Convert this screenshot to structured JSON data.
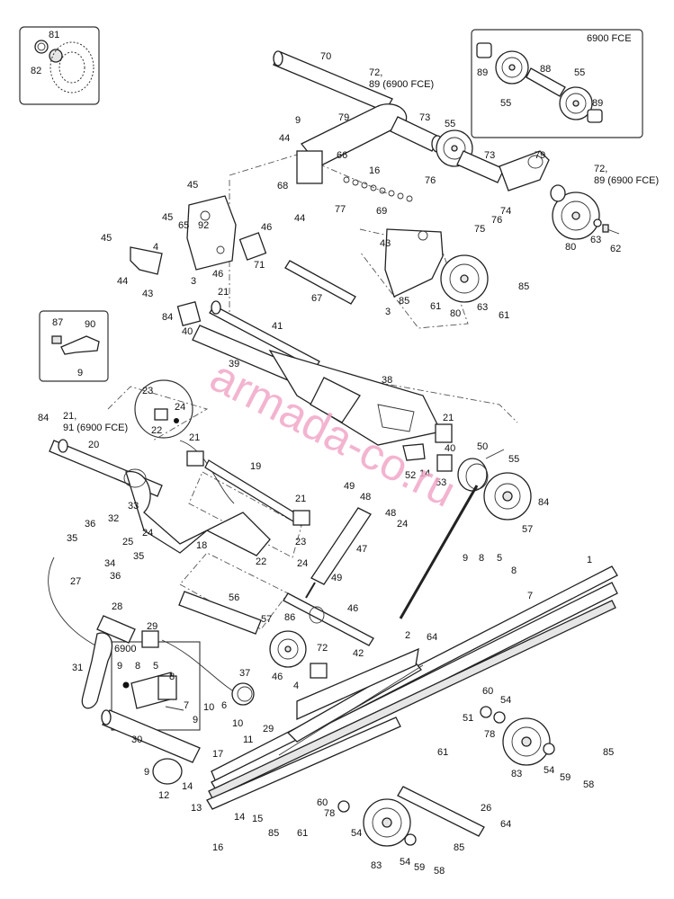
{
  "watermark": "armada-co.ru",
  "inset_labels": {
    "fce_top": "6900 FCE",
    "box_6900": "6900"
  },
  "labels": [
    {
      "id": "81",
      "t": "81"
    },
    {
      "id": "82",
      "t": "82"
    },
    {
      "id": "70",
      "t": "70"
    },
    {
      "id": "72a",
      "t": "72,"
    },
    {
      "id": "89a",
      "t": "89 (6900 FCE)"
    },
    {
      "id": "89b",
      "t": "89"
    },
    {
      "id": "88",
      "t": "88"
    },
    {
      "id": "55a",
      "t": "55"
    },
    {
      "id": "55b",
      "t": "55"
    },
    {
      "id": "89c",
      "t": "89"
    },
    {
      "id": "79a",
      "t": "79"
    },
    {
      "id": "73a",
      "t": "73"
    },
    {
      "id": "55c",
      "t": "55"
    },
    {
      "id": "9a",
      "t": "9"
    },
    {
      "id": "44a",
      "t": "44"
    },
    {
      "id": "66",
      "t": "66"
    },
    {
      "id": "16a",
      "t": "16"
    },
    {
      "id": "73b",
      "t": "73"
    },
    {
      "id": "79b",
      "t": "79"
    },
    {
      "id": "72b",
      "t": "72,"
    },
    {
      "id": "89d",
      "t": "89 (6900 FCE)"
    },
    {
      "id": "76a",
      "t": "76"
    },
    {
      "id": "69",
      "t": "69"
    },
    {
      "id": "77",
      "t": "77"
    },
    {
      "id": "74",
      "t": "74"
    },
    {
      "id": "76b",
      "t": "76"
    },
    {
      "id": "75",
      "t": "75"
    },
    {
      "id": "45a",
      "t": "45"
    },
    {
      "id": "68",
      "t": "68"
    },
    {
      "id": "44b",
      "t": "44"
    },
    {
      "id": "45b",
      "t": "45"
    },
    {
      "id": "65",
      "t": "65"
    },
    {
      "id": "92",
      "t": "92"
    },
    {
      "id": "46a",
      "t": "46"
    },
    {
      "id": "45c",
      "t": "45"
    },
    {
      "id": "4a",
      "t": "4"
    },
    {
      "id": "71",
      "t": "71"
    },
    {
      "id": "80a",
      "t": "80"
    },
    {
      "id": "63a",
      "t": "63"
    },
    {
      "id": "62",
      "t": "62"
    },
    {
      "id": "43a",
      "t": "43"
    },
    {
      "id": "44c",
      "t": "44"
    },
    {
      "id": "3a",
      "t": "3"
    },
    {
      "id": "46b",
      "t": "46"
    },
    {
      "id": "43b",
      "t": "43"
    },
    {
      "id": "67",
      "t": "67"
    },
    {
      "id": "85a",
      "t": "85"
    },
    {
      "id": "61a",
      "t": "61"
    },
    {
      "id": "80b",
      "t": "80"
    },
    {
      "id": "63b",
      "t": "63"
    },
    {
      "id": "85b",
      "t": "85"
    },
    {
      "id": "61b",
      "t": "61"
    },
    {
      "id": "3b",
      "t": "3"
    },
    {
      "id": "21a",
      "t": "21"
    },
    {
      "id": "84a",
      "t": "84"
    },
    {
      "id": "40a",
      "t": "40"
    },
    {
      "id": "41",
      "t": "41"
    },
    {
      "id": "87",
      "t": "87"
    },
    {
      "id": "90",
      "t": "90"
    },
    {
      "id": "9b",
      "t": "9"
    },
    {
      "id": "39",
      "t": "39"
    },
    {
      "id": "38",
      "t": "38"
    },
    {
      "id": "23a",
      "t": "23"
    },
    {
      "id": "24a",
      "t": "24"
    },
    {
      "id": "22a",
      "t": "22"
    },
    {
      "id": "84b",
      "t": "84"
    },
    {
      "id": "21b",
      "t": "21,"
    },
    {
      "id": "91",
      "t": "91 (6900 FCE)"
    },
    {
      "id": "20",
      "t": "20"
    },
    {
      "id": "21c",
      "t": "21"
    },
    {
      "id": "21d",
      "t": "21"
    },
    {
      "id": "40b",
      "t": "40"
    },
    {
      "id": "50",
      "t": "50"
    },
    {
      "id": "55d",
      "t": "55"
    },
    {
      "id": "52",
      "t": "52"
    },
    {
      "id": "14a",
      "t": "14"
    },
    {
      "id": "53",
      "t": "53"
    },
    {
      "id": "19",
      "t": "19"
    },
    {
      "id": "49a",
      "t": "49"
    },
    {
      "id": "48a",
      "t": "48"
    },
    {
      "id": "48b",
      "t": "48"
    },
    {
      "id": "24b",
      "t": "24"
    },
    {
      "id": "84c",
      "t": "84"
    },
    {
      "id": "57a",
      "t": "57"
    },
    {
      "id": "21e",
      "t": "21"
    },
    {
      "id": "33",
      "t": "33"
    },
    {
      "id": "36a",
      "t": "36"
    },
    {
      "id": "32",
      "t": "32"
    },
    {
      "id": "24c",
      "t": "24"
    },
    {
      "id": "35a",
      "t": "35"
    },
    {
      "id": "25",
      "t": "25"
    },
    {
      "id": "18",
      "t": "18"
    },
    {
      "id": "23b",
      "t": "23"
    },
    {
      "id": "34",
      "t": "34"
    },
    {
      "id": "35b",
      "t": "35"
    },
    {
      "id": "36b",
      "t": "36"
    },
    {
      "id": "22b",
      "t": "22"
    },
    {
      "id": "47",
      "t": "47"
    },
    {
      "id": "24d",
      "t": "24"
    },
    {
      "id": "49b",
      "t": "49"
    },
    {
      "id": "1",
      "t": "1"
    },
    {
      "id": "9c",
      "t": "9"
    },
    {
      "id": "8a",
      "t": "8"
    },
    {
      "id": "5a",
      "t": "5"
    },
    {
      "id": "8b",
      "t": "8"
    },
    {
      "id": "7a",
      "t": "7"
    },
    {
      "id": "27",
      "t": "27"
    },
    {
      "id": "56",
      "t": "56"
    },
    {
      "id": "86",
      "t": "86"
    },
    {
      "id": "46c",
      "t": "46"
    },
    {
      "id": "28",
      "t": "28"
    },
    {
      "id": "57b",
      "t": "57"
    },
    {
      "id": "42",
      "t": "42"
    },
    {
      "id": "2",
      "t": "2"
    },
    {
      "id": "64a",
      "t": "64"
    },
    {
      "id": "29a",
      "t": "29"
    },
    {
      "id": "72c",
      "t": "72"
    },
    {
      "id": "31",
      "t": "31"
    },
    {
      "id": "9d",
      "t": "9"
    },
    {
      "id": "8c",
      "t": "8"
    },
    {
      "id": "5b",
      "t": "5"
    },
    {
      "id": "8d",
      "t": "8"
    },
    {
      "id": "37",
      "t": "37"
    },
    {
      "id": "46d",
      "t": "46"
    },
    {
      "id": "4b",
      "t": "4"
    },
    {
      "id": "60a",
      "t": "60"
    },
    {
      "id": "54a",
      "t": "54"
    },
    {
      "id": "51",
      "t": "51"
    },
    {
      "id": "78a",
      "t": "78"
    },
    {
      "id": "7b",
      "t": "7"
    },
    {
      "id": "9e",
      "t": "9"
    },
    {
      "id": "10a",
      "t": "10"
    },
    {
      "id": "6",
      "t": "6"
    },
    {
      "id": "10b",
      "t": "10"
    },
    {
      "id": "29b",
      "t": "29"
    },
    {
      "id": "30",
      "t": "30"
    },
    {
      "id": "11",
      "t": "11"
    },
    {
      "id": "17",
      "t": "17"
    },
    {
      "id": "61c",
      "t": "61"
    },
    {
      "id": "83a",
      "t": "83"
    },
    {
      "id": "54b",
      "t": "54"
    },
    {
      "id": "85c",
      "t": "85"
    },
    {
      "id": "59a",
      "t": "59"
    },
    {
      "id": "58a",
      "t": "58"
    },
    {
      "id": "9f",
      "t": "9"
    },
    {
      "id": "12",
      "t": "12"
    },
    {
      "id": "14b",
      "t": "14"
    },
    {
      "id": "13",
      "t": "13"
    },
    {
      "id": "60b",
      "t": "60"
    },
    {
      "id": "78b",
      "t": "78"
    },
    {
      "id": "26",
      "t": "26"
    },
    {
      "id": "14c",
      "t": "14"
    },
    {
      "id": "15",
      "t": "15"
    },
    {
      "id": "85d",
      "t": "85"
    },
    {
      "id": "61d",
      "t": "61"
    },
    {
      "id": "64b",
      "t": "64"
    },
    {
      "id": "16b",
      "t": "16"
    },
    {
      "id": "54c",
      "t": "54"
    },
    {
      "id": "83b",
      "t": "83"
    },
    {
      "id": "85e",
      "t": "85"
    },
    {
      "id": "54d",
      "t": "54"
    },
    {
      "id": "59b",
      "t": "59"
    },
    {
      "id": "58b",
      "t": "58"
    }
  ]
}
